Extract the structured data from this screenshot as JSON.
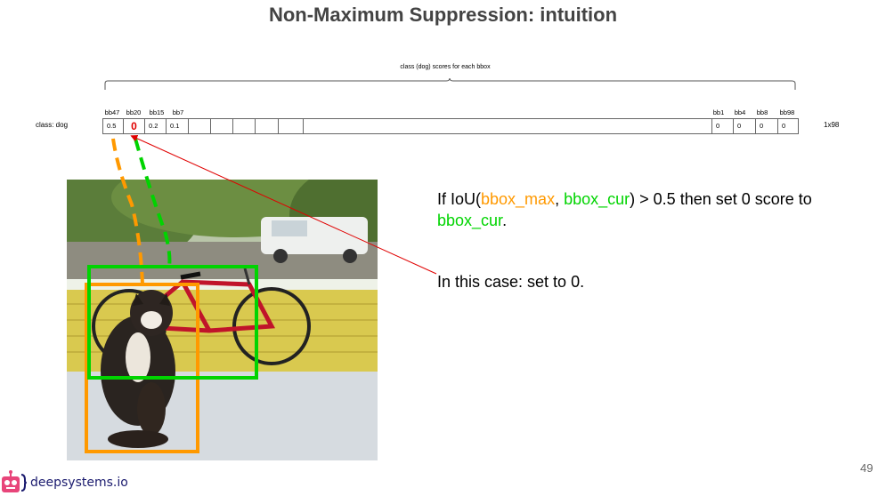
{
  "slide": {
    "title": "Non-Maximum Suppression: intuition",
    "page_number": "49"
  },
  "scores": {
    "brace_label": "class (dog) scores for each bbox",
    "row_label": "class: dog",
    "size_label": "1x98",
    "left_headers": [
      "bb47",
      "bb20",
      "bb15",
      "bb7"
    ],
    "left_values": [
      "0.5",
      "0",
      "0.2",
      "0.1"
    ],
    "right_headers": [
      "bb1",
      "bb4",
      "bb8",
      "bb98"
    ],
    "right_values": [
      "0",
      "0",
      "0",
      "0"
    ],
    "highlight_color": "#e00000"
  },
  "explanation": {
    "line1_prefix": "If IoU(",
    "line1_max": "bbox_max",
    "line1_sep": ", ",
    "line1_cur": "bbox_cur",
    "line1_suffix": ") > 0.5 then set 0 score to ",
    "line1_target": "bbox_cur",
    "line1_end": ".",
    "line2": "In this case: set to 0."
  },
  "colors": {
    "bbox_max": "#ff9900",
    "bbox_cur": "#00d400",
    "arrow": "#e00000",
    "title": "#434343"
  },
  "logo": {
    "text": "deepsystems.io",
    "icon": "robot-icon"
  }
}
